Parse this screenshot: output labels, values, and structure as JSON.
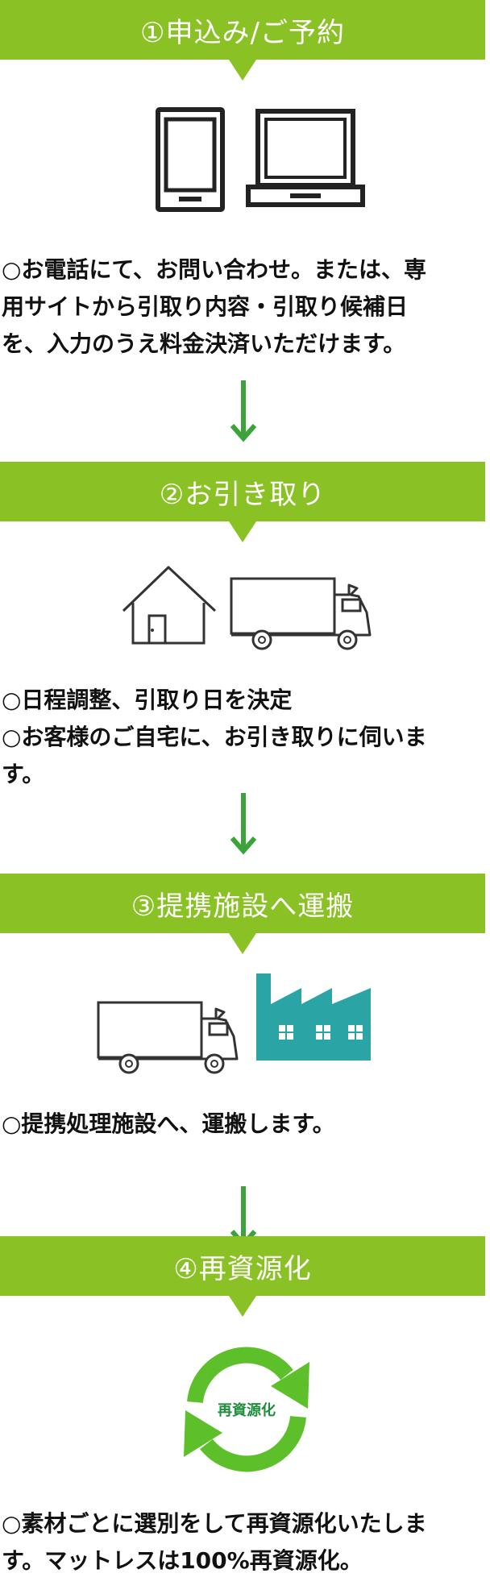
{
  "theme": {
    "accent": "#8ac124",
    "factory": "#2aa4a4",
    "recycle": "#5dc02b",
    "recycle_text": "#1f8e3a"
  },
  "steps": [
    {
      "title": "①申込み/ご予約",
      "icons": [
        "tablet-icon",
        "laptop-icon"
      ],
      "lines": [
        "○お電話にて、お問い合わせ。または、専",
        "用サイトから引取り内容・引取り候補日",
        "を、入力のうえ料金決済いただけます。"
      ]
    },
    {
      "title": "②お引き取り",
      "icons": [
        "house-icon",
        "truck-icon"
      ],
      "lines": [
        "○日程調整、引取り日を決定",
        "○お客様のご自宅に、お引き取りに伺いま",
        "す。"
      ]
    },
    {
      "title": "③提携施設へ運搬",
      "icons": [
        "truck-icon",
        "factory-icon"
      ],
      "lines": [
        "○提携処理施設へ、運搬します。"
      ]
    },
    {
      "title": "④再資源化",
      "icons": [
        "recycle-icon"
      ],
      "recycle_label": "再資源化",
      "lines": [
        "○素材ごとに選別をして再資源化いたしま",
        "す。マットレスは100%再資源化。"
      ]
    }
  ]
}
